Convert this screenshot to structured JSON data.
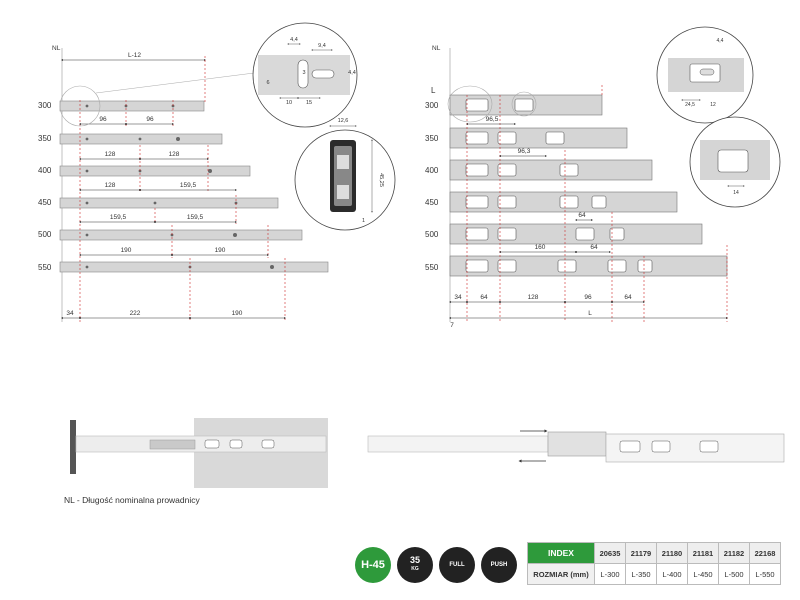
{
  "labels": {
    "nl": "NL",
    "l": "L",
    "l_minus": "L-12",
    "sizes": [
      "300",
      "350",
      "400",
      "450",
      "500",
      "550"
    ]
  },
  "left_dims": {
    "row300": [
      "96",
      "96"
    ],
    "row400": [
      "128",
      "128"
    ],
    "row450": [
      "128",
      "159,5"
    ],
    "row500": [
      "159,5",
      "159,5"
    ],
    "row550": [
      "190",
      "190"
    ],
    "bottom": [
      "34",
      "222",
      "190"
    ]
  },
  "right_dims": {
    "d96_5": "96,5",
    "d96_3": "96,3",
    "d64a": "64",
    "d160": "160",
    "d64b": "64",
    "bottom": [
      "34",
      "64",
      "128",
      "96",
      "64"
    ],
    "seven": "7",
    "L": "L"
  },
  "detail_top": {
    "v44a": "4,4",
    "v94": "9,4",
    "v44b": "4,4",
    "v10": "10",
    "v15": "15",
    "v6": "6",
    "v3": "3"
  },
  "profile": {
    "w": "12,6",
    "h": "45,25",
    "small": "1"
  },
  "detail_right_top": {
    "v44": "4,4",
    "v245": "24,5",
    "v12": "12"
  },
  "detail_right_mid": {
    "v14": "14"
  },
  "legend": "NL - Długość nominalna prowadnicy",
  "icons": {
    "h45": "H-45",
    "load": "35",
    "load_unit": "KG",
    "full": "FULL",
    "push": "PUSH"
  },
  "spec_table": {
    "index_label": "INDEX",
    "size_label": "ROZMIAR (mm)",
    "index": [
      "20635",
      "21179",
      "21180",
      "21181",
      "21182",
      "22168"
    ],
    "sizes": [
      "L-300",
      "L-350",
      "L-400",
      "L-450",
      "L-500",
      "L-550"
    ]
  },
  "colors": {
    "accent": "#2e9a3b",
    "dim_red": "#cc2a2a",
    "rail": "#d5d5d5"
  }
}
